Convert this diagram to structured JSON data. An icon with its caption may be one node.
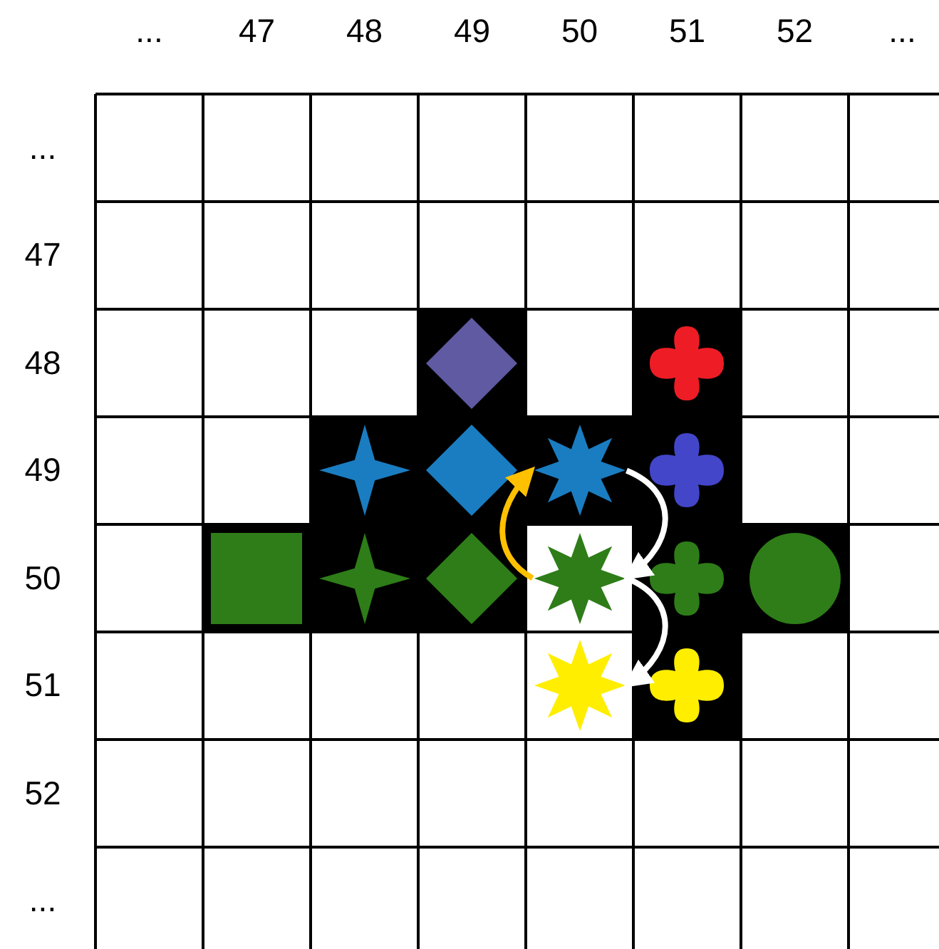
{
  "diagram": {
    "nodes": [
      {
        "text": [],
        "shape": "diamond"
      },
      {
        "text": [],
        "shape": "cross"
      },
      {
        "text": [],
        "shape": "star"
      },
      {
        "text": [],
        "shape": "diamond"
      },
      {
        "text": [],
        "shape": "star"
      },
      {
        "text": [],
        "shape": "cross"
      },
      {
        "text": [],
        "shape": "square"
      },
      {
        "text": [],
        "shape": "star"
      },
      {
        "text": [],
        "shape": "diamond"
      },
      {
        "text": [],
        "shape": "star"
      },
      {
        "text": [],
        "shape": "cross"
      },
      {
        "text": [],
        "shape": "circle"
      },
      {
        "text": [],
        "shape": "star"
      },
      {
        "text": [],
        "shape": "cross"
      }
    ],
    "edges": [
      {
        "from": 4,
        "to": 9,
        "arrow": "to"
      },
      {
        "from": 9,
        "to": 12,
        "arrow": "to"
      },
      {
        "from": 9,
        "to": 4,
        "arrow": "to",
        "color": "#ffc000"
      }
    ],
    "labels": [
      "...",
      "47",
      "48",
      "49",
      "50",
      "51",
      "52",
      "...",
      "...",
      "47",
      "48",
      "49",
      "50",
      "51",
      "52",
      "..."
    ]
  }
}
